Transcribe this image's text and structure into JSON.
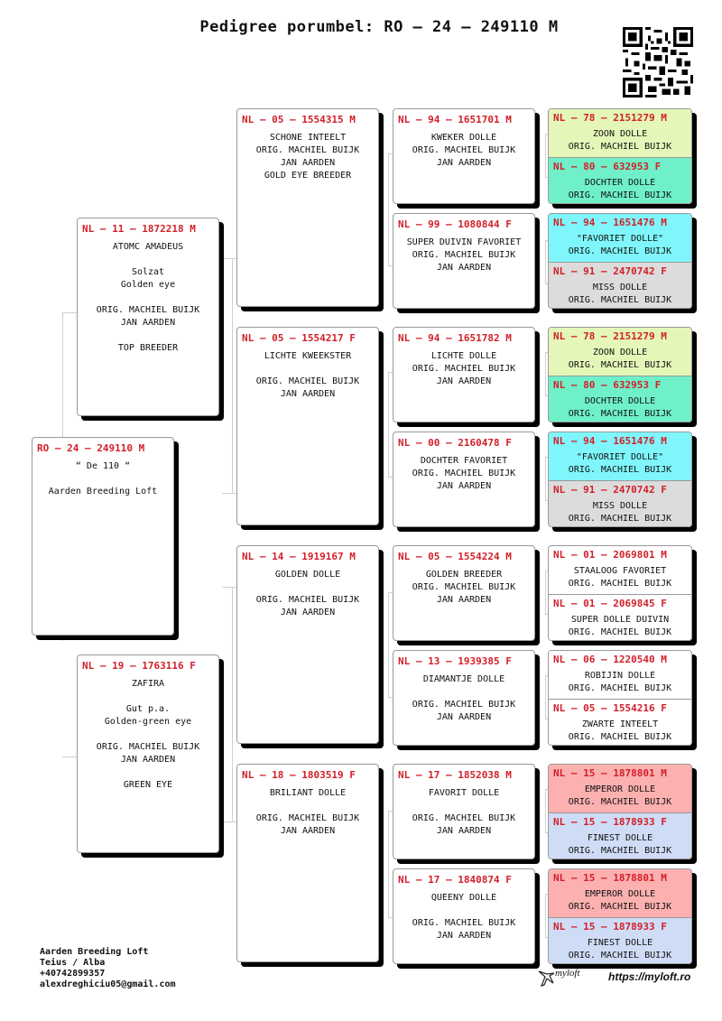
{
  "title": "Pedigree porumbel: RO – 24 – 249110 M",
  "subject": {
    "id": "RO – 24 – 249110 M",
    "lines": [
      "“ De 110 “",
      "",
      "Aarden Breeding Loft"
    ]
  },
  "parents": [
    {
      "id": "NL – 11 – 1872218 M",
      "lines": [
        "ATOMC AMADEUS",
        "",
        "Solzat",
        "Golden eye",
        "",
        "ORIG. MACHIEL BUIJK",
        "JAN AARDEN",
        "",
        "TOP BREEDER"
      ]
    },
    {
      "id": "NL – 19 – 1763116 F",
      "lines": [
        "ZAFIRA",
        "",
        "Gut p.a.",
        "Golden-green eye",
        "",
        "ORIG. MACHIEL BUIJK",
        "JAN AARDEN",
        "",
        "GREEN EYE"
      ]
    }
  ],
  "grandparents": [
    {
      "id": "NL – 05 – 1554315 M",
      "lines": [
        "SCHONE INTEELT",
        "ORIG. MACHIEL BUIJK",
        "JAN AARDEN",
        "GOLD EYE BREEDER"
      ]
    },
    {
      "id": "NL – 05 – 1554217 F",
      "lines": [
        "LICHTE KWEEKSTER",
        "",
        "ORIG. MACHIEL BUIJK",
        "JAN AARDEN"
      ]
    },
    {
      "id": "NL – 14 – 1919167 M",
      "lines": [
        "GOLDEN DOLLE",
        "",
        "ORIG. MACHIEL BUIJK",
        "JAN AARDEN"
      ]
    },
    {
      "id": "NL – 18 – 1803519 F",
      "lines": [
        "BRILIANT DOLLE",
        "",
        "ORIG. MACHIEL BUIJK",
        "JAN AARDEN"
      ]
    }
  ],
  "great_grandparents": [
    {
      "id": "NL – 94 – 1651701 M",
      "lines": [
        "KWEKER DOLLE",
        "ORIG. MACHIEL BUIJK",
        "JAN AARDEN"
      ]
    },
    {
      "id": "NL – 99 – 1080844 F",
      "lines": [
        "SUPER DUIVIN FAVORIET",
        "ORIG. MACHIEL BUIJK",
        "JAN AARDEN"
      ]
    },
    {
      "id": "NL – 94 – 1651782 M",
      "lines": [
        "LICHTE DOLLE",
        "ORIG. MACHIEL BUIJK",
        "JAN AARDEN"
      ]
    },
    {
      "id": "NL – 00 – 2160478 F",
      "lines": [
        "DOCHTER FAVORIET",
        "ORIG. MACHIEL BUIJK",
        "JAN AARDEN"
      ]
    },
    {
      "id": "NL – 05 – 1554224 M",
      "lines": [
        "GOLDEN BREEDER",
        "ORIG. MACHIEL BUIJK",
        "JAN AARDEN"
      ]
    },
    {
      "id": "NL – 13 – 1939385 F",
      "lines": [
        "DIAMANTJE DOLLE",
        "",
        "ORIG. MACHIEL BUIJK",
        "JAN AARDEN"
      ]
    },
    {
      "id": "NL – 17 – 1852038 M",
      "lines": [
        "FAVORIT DOLLE",
        "",
        "ORIG. MACHIEL BUIJK",
        "JAN AARDEN"
      ]
    },
    {
      "id": "NL – 17 – 1840874 F",
      "lines": [
        "QUEENY DOLLE",
        "",
        "ORIG. MACHIEL BUIJK",
        "JAN AARDEN"
      ]
    }
  ],
  "g4": [
    {
      "id": "NL – 78 – 2151279 M",
      "lines": [
        "ZOON DOLLE",
        "ORIG. MACHIEL BUIJK"
      ],
      "color": "#e4f7b8"
    },
    {
      "id": "NL – 80 – 632953 F",
      "lines": [
        "DOCHTER DOLLE",
        "ORIG. MACHIEL BUIJK"
      ],
      "color": "#6ff0c8"
    },
    {
      "id": "NL – 94 – 1651476 M",
      "lines": [
        "\"FAVORIET DOLLE\"",
        "ORIG. MACHIEL BUIJK"
      ],
      "color": "#7ff6fc"
    },
    {
      "id": "NL – 91 – 2470742 F",
      "lines": [
        "MISS DOLLE",
        "ORIG. MACHIEL BUIJK"
      ],
      "color": "#dcdcdc"
    },
    {
      "id": "NL – 78 – 2151279 M",
      "lines": [
        "ZOON DOLLE",
        "ORIG. MACHIEL BUIJK"
      ],
      "color": "#e4f7b8"
    },
    {
      "id": "NL – 80 – 632953 F",
      "lines": [
        "DOCHTER DOLLE",
        "ORIG. MACHIEL BUIJK"
      ],
      "color": "#6ff0c8"
    },
    {
      "id": "NL – 94 – 1651476 M",
      "lines": [
        "\"FAVORIET DOLLE\"",
        "ORIG. MACHIEL BUIJK"
      ],
      "color": "#7ff6fc"
    },
    {
      "id": "NL – 91 – 2470742 F",
      "lines": [
        "MISS DOLLE",
        "ORIG. MACHIEL BUIJK"
      ],
      "color": "#dcdcdc"
    },
    {
      "id": "NL – 01 – 2069801 M",
      "lines": [
        "STAALOOG FAVORIET",
        "ORIG. MACHIEL BUIJK"
      ],
      "color": "#ffffff"
    },
    {
      "id": "NL – 01 – 2069845 F",
      "lines": [
        "SUPER DOLLE DUIVIN",
        "ORIG. MACHIEL BUIJK"
      ],
      "color": "#ffffff"
    },
    {
      "id": "NL – 06 – 1220540 M",
      "lines": [
        "ROBIJIN DOLLE",
        "ORIG. MACHIEL BUIJK"
      ],
      "color": "#ffffff"
    },
    {
      "id": "NL – 05 – 1554216 F",
      "lines": [
        "ZWARTE INTEELT",
        "ORIG. MACHIEL BUIJK"
      ],
      "color": "#ffffff"
    },
    {
      "id": "NL – 15 – 1878801 M",
      "lines": [
        "EMPEROR DOLLE",
        "ORIG. MACHIEL BUIJK"
      ],
      "color": "#fdb0b0"
    },
    {
      "id": "NL – 15 – 1878933 F",
      "lines": [
        "FINEST DOLLE",
        "ORIG. MACHIEL BUIJK"
      ],
      "color": "#cfdcf5"
    },
    {
      "id": "NL – 15 – 1878801 M",
      "lines": [
        "EMPEROR DOLLE",
        "ORIG. MACHIEL BUIJK"
      ],
      "color": "#fdb0b0"
    },
    {
      "id": "NL – 15 – 1878933 F",
      "lines": [
        "FINEST DOLLE",
        "ORIG. MACHIEL BUIJK"
      ],
      "color": "#cfdcf5"
    }
  ],
  "footer": {
    "loft": "Aarden Breeding Loft",
    "location": "Teius / Alba",
    "phone": "+40742899357",
    "email": "alexdreghiciu05@gmail.com"
  },
  "brand": {
    "logo": "myloft",
    "url": "https://myloft.ro"
  }
}
